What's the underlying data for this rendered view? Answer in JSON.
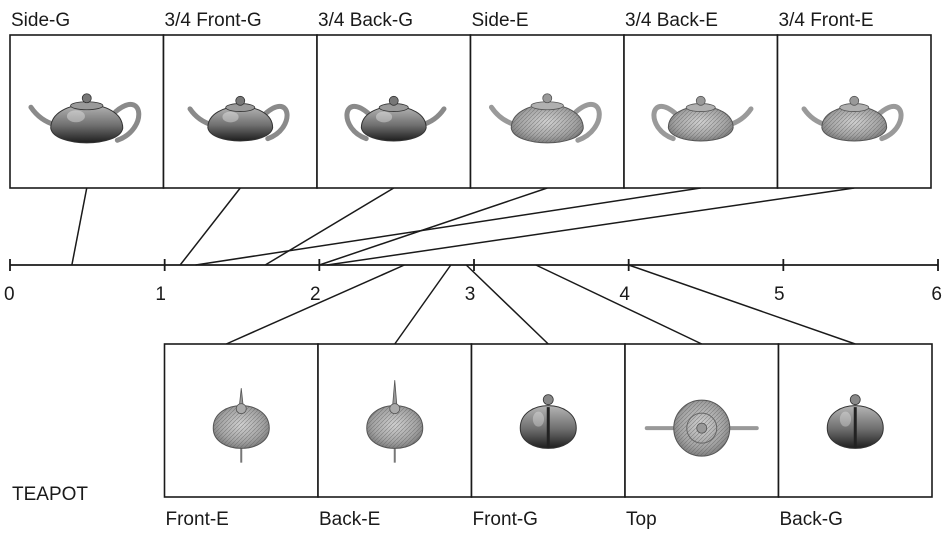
{
  "figure_label": "TEAPOT",
  "axis": {
    "ticks": [
      "0",
      "1",
      "2",
      "3",
      "4",
      "5",
      "6"
    ],
    "min": 0,
    "max": 6
  },
  "top_views": [
    {
      "label": "Side-G",
      "position": 0.4,
      "view": "side",
      "style": "glossy"
    },
    {
      "label": "3/4 Front-G",
      "position": 1.1,
      "view": "threequarter-front",
      "style": "glossy"
    },
    {
      "label": "3/4 Back-G",
      "position": 1.65,
      "view": "threequarter-back",
      "style": "glossy"
    },
    {
      "label": "Side-E",
      "position": 2.0,
      "view": "side",
      "style": "engraved"
    },
    {
      "label": "3/4 Back-E",
      "position": 1.2,
      "view": "threequarter-back",
      "style": "engraved"
    },
    {
      "label": "3/4 Front-E",
      "position": 2.05,
      "view": "threequarter-front",
      "style": "engraved"
    }
  ],
  "bottom_views": [
    {
      "label": "Front-E",
      "position": 2.55,
      "view": "front",
      "style": "engraved"
    },
    {
      "label": "Back-E",
      "position": 2.85,
      "view": "back",
      "style": "engraved"
    },
    {
      "label": "Front-G",
      "position": 2.95,
      "view": "front",
      "style": "glossy"
    },
    {
      "label": "Top",
      "position": 3.4,
      "view": "top",
      "style": "engraved"
    },
    {
      "label": "Back-G",
      "position": 4.0,
      "view": "back",
      "style": "glossy"
    }
  ]
}
